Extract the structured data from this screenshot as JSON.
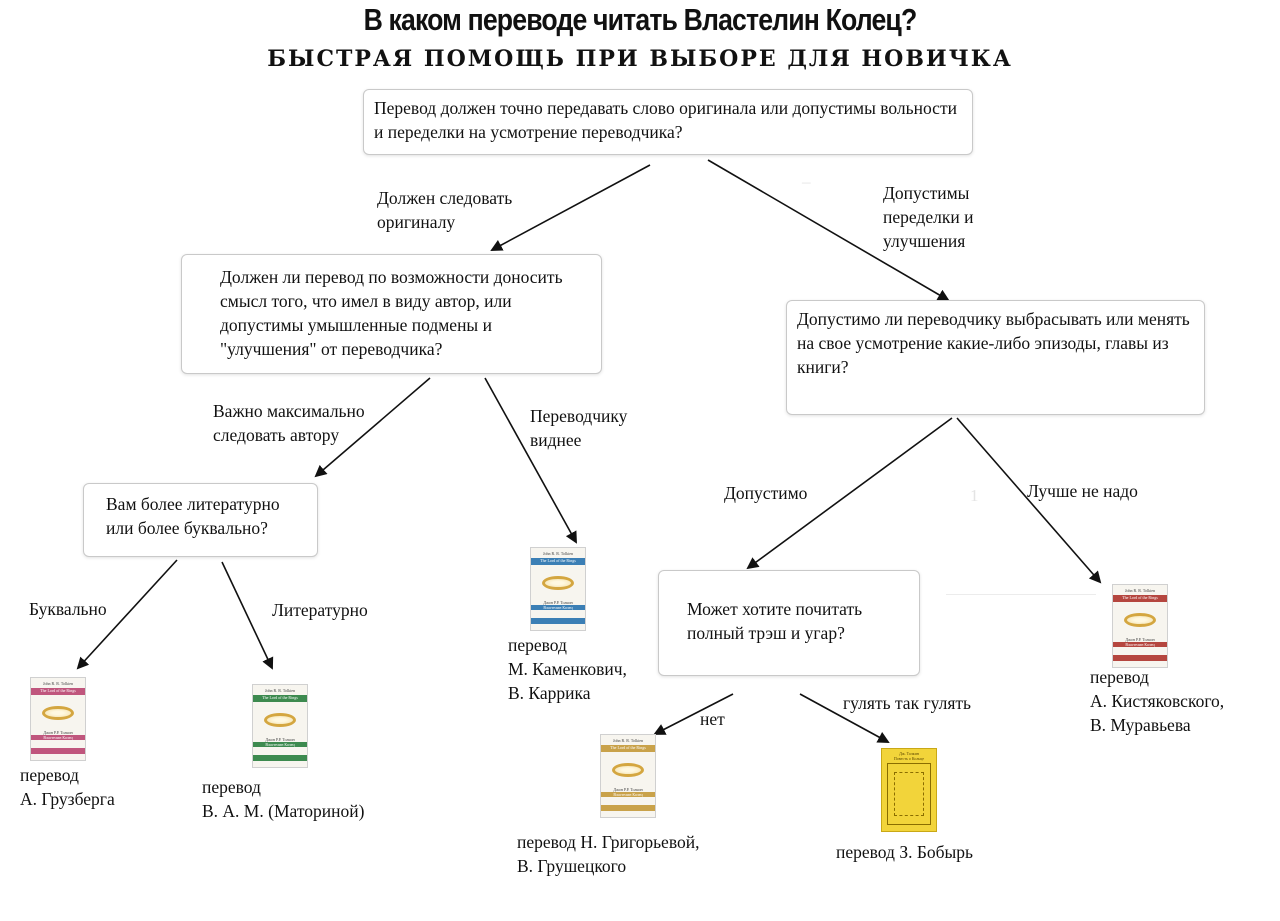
{
  "header": {
    "title": "В каком переводе читать Властелин Колец?",
    "subtitle": "Быстрая помощь при выборе для новичка"
  },
  "questions": {
    "q1": "Перевод должен точно передавать слово оригинала или допустимы вольности и переделки на усмотрение переводчика?",
    "q2": "Должен ли перевод по возможности доносить смысл того, что имел в виду автор, или допустимы умышленные подмены и \"улучшения\" от переводчика?",
    "q3": "Допустимо ли переводчику выбрасывать или менять  на свое усмотрение какие-либо эпизоды, главы из книги?",
    "q4": "Вам более литературно или более буквально?",
    "q5": "Может хотите почитать полный трэш и угар?"
  },
  "edges": {
    "follow_original": "Должен следовать оригиналу",
    "alterations_ok": "Допустимы переделки и улучшения",
    "follow_author": "Важно максимально следовать автору",
    "translator_knows": "Переводчику виднее",
    "allowed": "Допустимо",
    "better_not": "Лучше не надо",
    "literal": "Буквально",
    "literary": "Литературно",
    "no": "нет",
    "go_wild": "гулять так гулять"
  },
  "results": {
    "gruzberg": [
      "перевод",
      "А. Грузберга"
    ],
    "matorina": [
      "перевод",
      "В. А. М. (Маториной)"
    ],
    "kamenkovich": [
      "перевод",
      "М. Каменкович,",
      "В. Каррика"
    ],
    "kistyakovsky": [
      "перевод",
      "А. Кистяковского,",
      "В. Муравьева"
    ],
    "grigorieva": [
      "перевод Н. Григорьевой,",
      "В. Грушецкого"
    ],
    "bobyr": [
      "перевод З. Бобырь"
    ]
  },
  "book_cover": {
    "author": "John R. R. Tolkien",
    "title": "The Lord of the Rings",
    "ru_author": "Джон Р.Р. Толкин",
    "ru_title": "Властелин Колец"
  },
  "yellow_cover": {
    "author": "Дж. Толкин",
    "title": "Повесть о Кольце"
  },
  "colors": {
    "gruzberg": "#c0567d",
    "matorina": "#3d8a4f",
    "kamenkovich": "#3b7fb5",
    "kistyakovsky": "#b5463f",
    "grigorieva": "#c9a24a",
    "yellow": "#f2d43a"
  }
}
